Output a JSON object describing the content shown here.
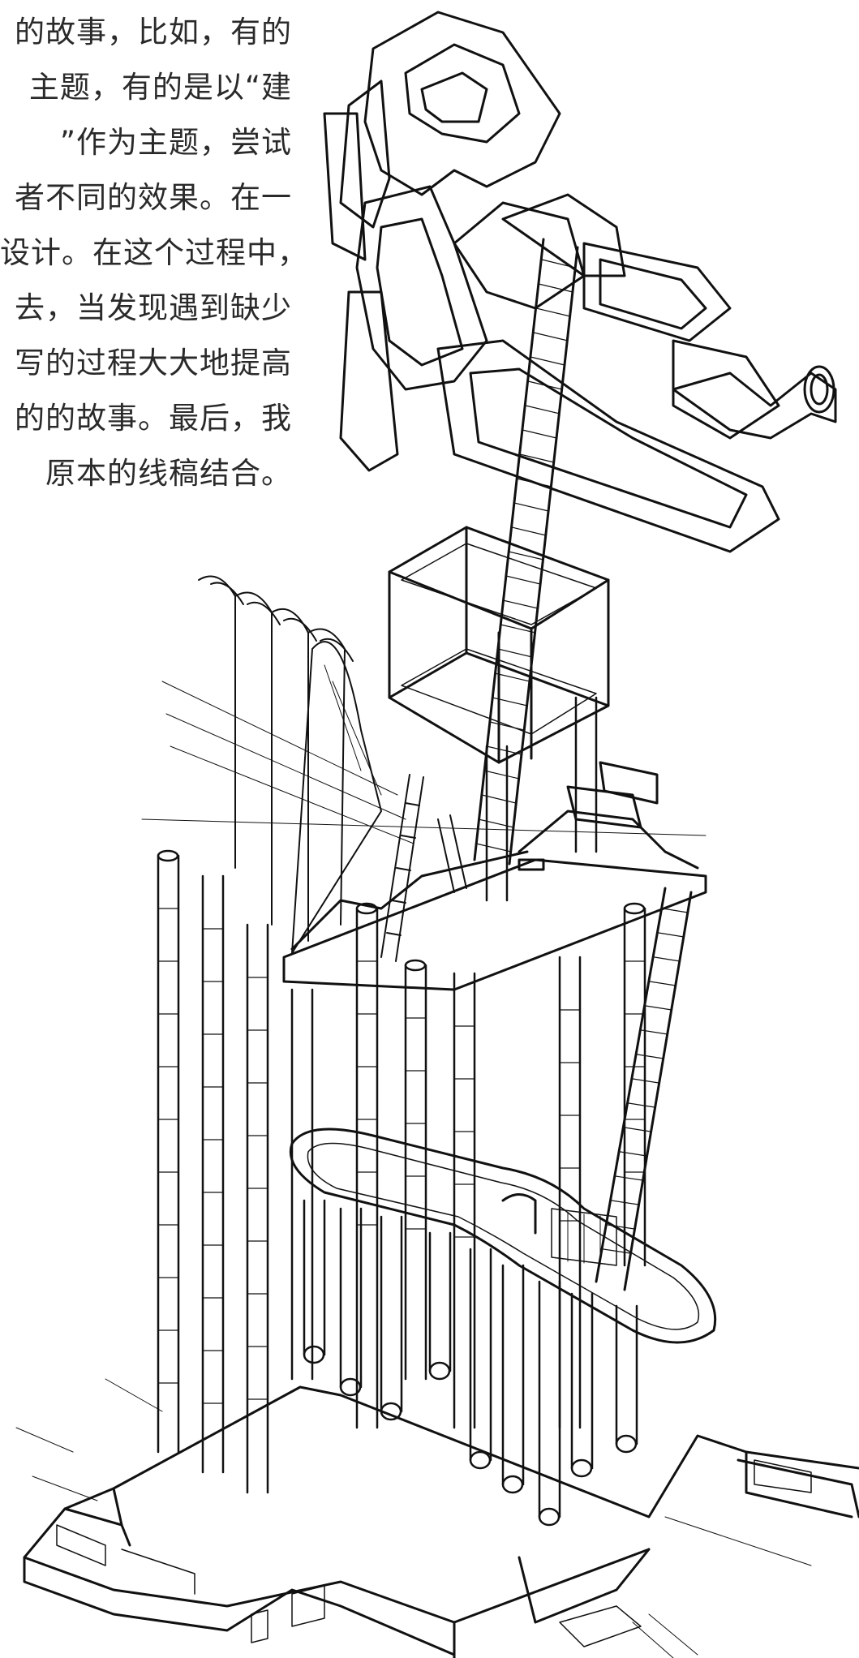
{
  "text": {
    "lines": [
      "的故事，比如，有的",
      "主题，有的是以“建",
      "”作为主题，尝试",
      "者不同的效果。在一",
      "设计。在这个过程中，",
      "去，当发现遇到缺少",
      "写的过程大大地提高",
      "的的故事。最后，我",
      "原本的线稿结合。"
    ]
  },
  "drawing": {
    "stroke_color": "#111111",
    "background_color": "#ffffff"
  }
}
